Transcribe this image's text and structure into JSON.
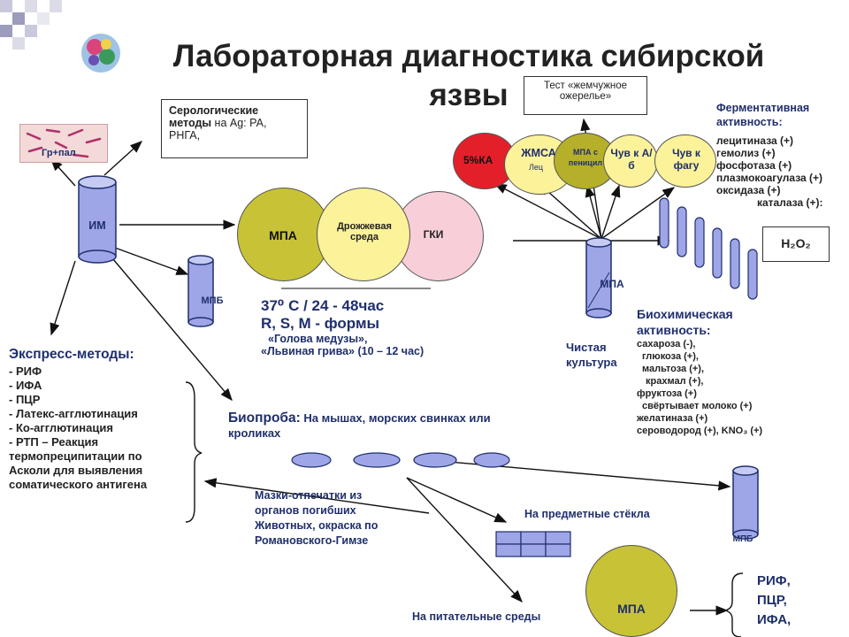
{
  "title": {
    "line1": "Лабораторная диагностика сибирской",
    "line2": "язвы"
  },
  "serology": {
    "heading": "Серологические методы",
    "rest": " на Ag: РА, РНГА,"
  },
  "pearl_test": "Тест «жемчужное ожерелье»",
  "smear_label": "Гр+пал",
  "tubes": {
    "im": "ИМ",
    "mpb1": "МПБ",
    "mpa_right": "МПА",
    "mpb2": "МПБ"
  },
  "circles": {
    "mpa": "МПА",
    "yeast": "Дрожжевая среда",
    "gki": "ГКИ",
    "ka": "5%КА",
    "zhmsa": "ЖМСА",
    "zhmsa_sub": "Лец",
    "mpa_pen": "МПА с пеницил",
    "chuv_ab": "Чув к А/б",
    "chuv_phage": "Чув к фагу",
    "mpa_bottom": "МПА"
  },
  "incubation": {
    "line1": "37⁰ С / 24 - 48час",
    "line2": "R, S, M - формы",
    "line3": "«Голова медузы»,",
    "line4": "«Львиная грива» (10 – 12 час)"
  },
  "express": {
    "heading": "Экспресс-методы:",
    "items": [
      "- РИФ",
      "- ИФА",
      "- ПЦР",
      "- Латекс-агглютинация",
      "- Ко-агглютинация",
      "- РТП – Реакция",
      "термопреципитации по",
      "Асколи для выявления",
      "соматического антигена"
    ]
  },
  "bioprobe": {
    "heading": "Биопроба:",
    "rest": " На мышах, морских свинках или кроликах"
  },
  "smears_text": [
    "Мазки-отпечатки из",
    "органов погибших",
    "Животных, окраска по",
    "Романовского-Гимзе"
  ],
  "slides_label": "На предметные стёкла",
  "media_label": "На питательные среды",
  "pure_culture": [
    "Чистая",
    "культура"
  ],
  "enzyme": {
    "heading": "Ферментативная активность:",
    "items": [
      "лецитиназа (+)",
      "гемолиз (+)",
      "фосфотаза (+)",
      "плазмокоагулаза (+)",
      "оксидаза (+)",
      "каталаза (+):"
    ]
  },
  "h2o2": "H₂O₂",
  "biochem": {
    "heading": "Биохимическая активность:",
    "items": [
      "сахароза (-),",
      "глюкоза (+),",
      "мальтоза (+),",
      "крахмал (+),",
      "фруктоза (+)",
      "свёртывает молоко (+)",
      "желатиназа (+)",
      "сероводород (+),  KNO₃ (+)"
    ]
  },
  "final_methods": [
    "РИФ,",
    "ПЦР,",
    "ИФА,"
  ]
}
